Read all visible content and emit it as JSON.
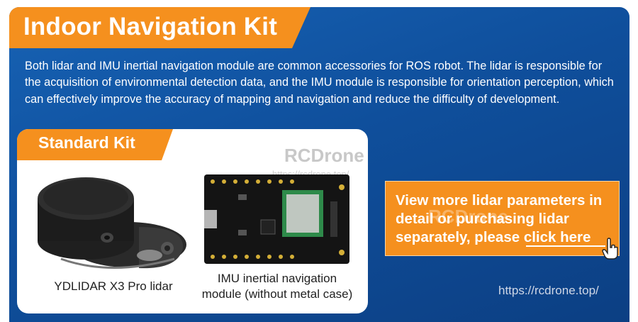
{
  "header": {
    "title": "Indoor Navigation Kit"
  },
  "description": "Both lidar and IMU inertial navigation module are common accessories for ROS robot. The lidar is responsible for the acquisition of environmental detection data, and the IMU module is responsible for orientation perception, which can effectively improve the accuracy of mapping and navigation and reduce the difficulty of development.",
  "standard_kit": {
    "label": "Standard Kit",
    "watermark_logo": "RCDrone",
    "watermark_url": "https://rcdrone.top/",
    "products": [
      {
        "name": "YDLIDAR X3 Pro lidar",
        "icon": "lidar-sensor-icon"
      },
      {
        "name_line1": "IMU inertial navigation",
        "name_line2": "module (without metal case)",
        "icon": "imu-board-icon"
      }
    ]
  },
  "cta": {
    "text": "View more lidar parameters in detail or purchasing lidar separately, please click here",
    "watermark": "RCDrone",
    "icon": "hand-pointer-icon"
  },
  "footer": {
    "url": "https://rcdrone.top/"
  },
  "colors": {
    "accent": "#f5901e",
    "background": "#0f4f9c"
  }
}
